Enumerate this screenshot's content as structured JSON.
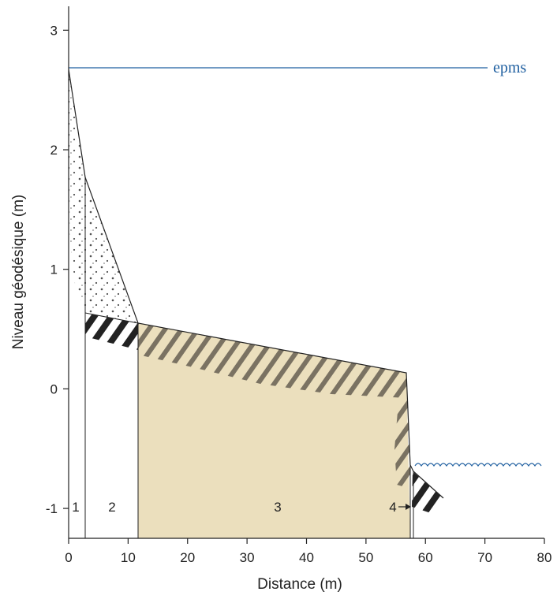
{
  "chart_data": {
    "type": "diagram",
    "xlabel": "Distance (m)",
    "ylabel": "Niveau géodésique (m)",
    "xlim": [
      0,
      80
    ],
    "ylim": [
      -1.25,
      3.2
    ],
    "x_ticks": [
      0,
      10,
      20,
      30,
      40,
      50,
      60,
      70,
      80
    ],
    "y_ticks": [
      -1,
      0,
      1,
      2,
      3
    ],
    "epms": {
      "label": "epms",
      "level": 2.7
    },
    "water_level": -0.62,
    "profile": [
      [
        0,
        2.68
      ],
      [
        3,
        1.78
      ],
      [
        12,
        0.57
      ],
      [
        57.5,
        0.15
      ],
      [
        58,
        -0.65
      ],
      [
        63,
        -0.9
      ]
    ],
    "zones": [
      {
        "label": "1",
        "x_range": [
          0,
          3
        ]
      },
      {
        "label": "2",
        "x_range": [
          3,
          12
        ]
      },
      {
        "label": "3",
        "x_range": [
          12,
          57.5
        ]
      },
      {
        "label": "4",
        "x_range": [
          57.5,
          58
        ]
      }
    ],
    "colors": {
      "axis": "#222222",
      "water": "#1f5fa0",
      "beach_fill": "#ebdfbd",
      "hatch": "#222222",
      "hatch_shaded": "#7a7262",
      "dots": "#333333"
    }
  }
}
